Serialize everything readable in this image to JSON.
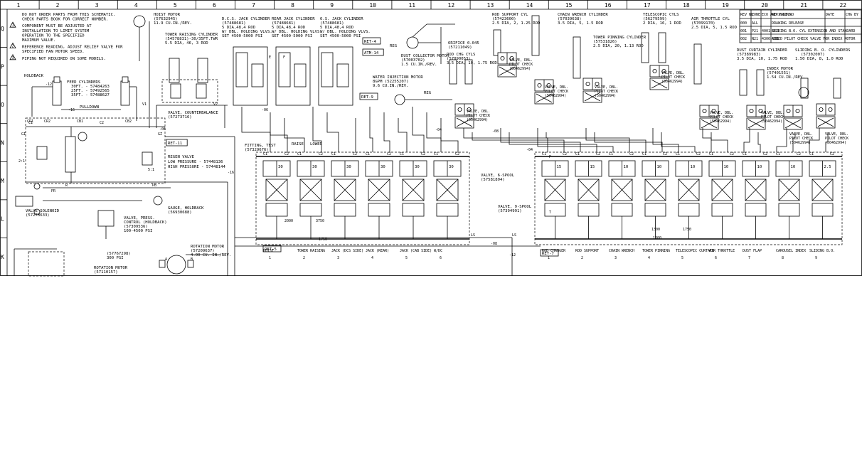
{
  "border": {
    "columns": [
      "1",
      "2",
      "3",
      "4",
      "5",
      "6",
      "7",
      "8",
      "9",
      "10",
      "11",
      "12",
      "13",
      "14",
      "15",
      "16",
      "17",
      "18",
      "19",
      "20",
      "21",
      "22"
    ],
    "rows": [
      "Q",
      "P",
      "O",
      "N",
      "M",
      "L",
      "K"
    ]
  },
  "notes": [
    {
      "mark": "",
      "text": "DO NOT ORDER PARTS FROM THIS SCHEMATIC."
    },
    {
      "mark": "",
      "text": "CHECK PARTS BOOK FOR CORRECT NUMBER."
    },
    {
      "mark": "1",
      "text": "COMPONENT MUST BE ADJUSTED AT"
    },
    {
      "mark": "",
      "text": "INSTALLATION TO LIMIT SYSTEM"
    },
    {
      "mark": "",
      "text": "OPERATION TO THE SPECIFIED"
    },
    {
      "mark": "",
      "text": "MAXIMUM VALUE."
    },
    {
      "mark": "2",
      "text": "REFERENCE READING, ADJUST RELIEF VALVE FOR"
    },
    {
      "mark": "",
      "text": "SPECIFIED FAN MOTOR SPEED."
    },
    {
      "mark": "3",
      "text": "PIPING NOT REQUIRED ON SOME MODELS."
    }
  ],
  "revision_block": {
    "headers": [
      "REV NO",
      "ZONE",
      "ECO AND PAGE NO",
      "REVISIONS",
      "DATE",
      "CHG BY"
    ],
    "rows": [
      [
        "000",
        "ALL",
        "",
        "DRAWING RELEASE",
        "",
        ""
      ],
      [
        "001",
        "P21",
        "4001 053",
        "SLIDING B.O. CYL EXTENSION AND STANDARD",
        "",
        ""
      ],
      [
        "002",
        "N21",
        "4306 031",
        "ADDED PILOT CHECK VALVE FOR INDEX MOTOR",
        "",
        ""
      ]
    ]
  },
  "components": [
    {
      "id": "holdback",
      "text": "HOLDBACK"
    },
    {
      "id": "feed-cyl-title",
      "text": "FEED CYLINDERS"
    },
    {
      "id": "feed-cyl-30",
      "text": "30FT. - 57484263"
    },
    {
      "id": "feed-cyl-25",
      "text": "25FT. - 57492565"
    },
    {
      "id": "feed-cyl-35",
      "text": "35FT. - 57488627"
    },
    {
      "id": "pulldown",
      "text": "PULLDOWN"
    },
    {
      "id": "hoist-motor",
      "text": "HOIST MOTOR"
    },
    {
      "id": "hoist-motor-pn",
      "text": "(57632945)"
    },
    {
      "id": "hoist-motor-disp",
      "text": "11.9 CU.IN./REV."
    },
    {
      "id": "tower-raise-cyl",
      "text": "TOWER RAISING CYLINDER"
    },
    {
      "id": "tower-raise-pn",
      "text": "(54578831)-30/35FT.TWR"
    },
    {
      "id": "tower-raise-dia",
      "text": "5.5 DIA, 46, 3 ROD"
    },
    {
      "id": "cb-valve",
      "text": "VALVE, COUNTERBALANCE"
    },
    {
      "id": "cb-valve-pn",
      "text": "(57273716)"
    },
    {
      "id": "dcs-jack",
      "text": "D.C.S. JACK CYLINDER"
    },
    {
      "id": "dcs-jack-pn",
      "text": "(57488681)"
    },
    {
      "id": "dcs-jack-dia",
      "text": "5 DIA,48,4 ROD"
    },
    {
      "id": "dcs-jack-vlv",
      "text": "W/ DBL. HOLDING VLVS."
    },
    {
      "id": "dcs-jack-set",
      "text": "SET 4500-5000 PSI"
    },
    {
      "id": "rear-jack",
      "text": "REAR JACK CYLINDER"
    },
    {
      "id": "rear-jack-pn",
      "text": "(57488681)"
    },
    {
      "id": "rear-jack-dia",
      "text": "5 DIA,48,4 ROD"
    },
    {
      "id": "rear-jack-vlv",
      "text": "W/ DBL. HOLDING VLVS."
    },
    {
      "id": "rear-jack-set",
      "text": "SET 4500-5000 PSI"
    },
    {
      "id": "os-jack",
      "text": "O.S. JACK CYLINDER"
    },
    {
      "id": "os-jack-pn",
      "text": "(57488681)"
    },
    {
      "id": "os-jack-dia",
      "text": "5 DIA,48,4 ROD"
    },
    {
      "id": "os-jack-vlv",
      "text": "W/ DBL. HOLDING VLVS."
    },
    {
      "id": "os-jack-set",
      "text": "SET 4500-5000 PSI"
    },
    {
      "id": "dust-motor",
      "text": "DUST COLLECTOR MOTOR"
    },
    {
      "id": "dust-motor-pn",
      "text": "(57003702)"
    },
    {
      "id": "dust-motor-disp",
      "text": "1.5 CU.IN./REV."
    },
    {
      "id": "water-motor",
      "text": "WATER INJECTION MOTOR"
    },
    {
      "id": "water-motor-gpm",
      "text": "8GPM (52255207)"
    },
    {
      "id": "water-motor-disp",
      "text": "9.6 CU.IN./REV."
    },
    {
      "id": "orifice",
      "text": "ORIFICE 0.045"
    },
    {
      "id": "orifice-pn",
      "text": "(57211049)"
    },
    {
      "id": "rod-chg-cyls",
      "text": "ROD CHG CYLS"
    },
    {
      "id": "rod-chg-pn",
      "text": "(57090053)"
    },
    {
      "id": "rod-chg-dia",
      "text": "3.5 DIA, 10, 1.75 ROD"
    },
    {
      "id": "rod-support",
      "text": "ROD SUPPORT CYL"
    },
    {
      "id": "rod-support-pn",
      "text": "(57423600)"
    },
    {
      "id": "rod-support-dia",
      "text": "2.5 DIA, 2, 1.25 ROD"
    },
    {
      "id": "chain-wrench",
      "text": "CHAIN WRENCH CYLINDER"
    },
    {
      "id": "chain-wrench-pn",
      "text": "(57039638)"
    },
    {
      "id": "chain-wrench-dia",
      "text": "3.5 DIA, 5, 1.5 ROD"
    },
    {
      "id": "tower-pin",
      "text": "TOWER PINNING CYLINDER"
    },
    {
      "id": "tower-pin-pn",
      "text": "(57531826)"
    },
    {
      "id": "tower-pin-dia",
      "text": "2.5 DIA, 20, 1.13 ROD"
    },
    {
      "id": "telescopic",
      "text": "TELESCOPIC CYLS"
    },
    {
      "id": "telescopic-pn",
      "text": "(56279599)"
    },
    {
      "id": "telescopic-dia",
      "text": "2 DIA, 16, 1 ROD"
    },
    {
      "id": "air-throttle",
      "text": "AIR THROTTLE CYL"
    },
    {
      "id": "air-throttle-pn",
      "text": "(57099170)"
    },
    {
      "id": "air-throttle-dia",
      "text": "2.5 DIA, 5, 1.5 ROD"
    },
    {
      "id": "dust-curtain",
      "text": "DUST CURTAIN CYLINDER"
    },
    {
      "id": "dust-curtain-pn",
      "text": "(57389983)"
    },
    {
      "id": "dust-curtain-dia",
      "text": "3.5 DIA, 10, 1.75 ROD"
    },
    {
      "id": "sliding-bo",
      "text": "SLIDING B. O. CYLINDERS"
    },
    {
      "id": "sliding-bo-pn",
      "text": "(57302007)"
    },
    {
      "id": "sliding-bo-dia",
      "text": "1.50 DIA, 8, 1.0 ROD"
    },
    {
      "id": "index-motor",
      "text": "INDEX MOTOR"
    },
    {
      "id": "index-motor-pn",
      "text": "(57401551)"
    },
    {
      "id": "index-motor-disp",
      "text": "1.54 CU.IN./REV."
    },
    {
      "id": "regen-valve",
      "text": "REGEN VALVE"
    },
    {
      "id": "regen-low",
      "text": "LOW PRESSURE - 57448136"
    },
    {
      "id": "regen-high",
      "text": "HIGH PRESSURE - 57448144"
    },
    {
      "id": "gauge",
      "text": "GAUGE, HOLDBACK"
    },
    {
      "id": "gauge-pn",
      "text": "(56930688)"
    },
    {
      "id": "press-ctrl",
      "text": "VALVE, PRESS."
    },
    {
      "id": "press-ctrl-2",
      "text": "CONTROL (HOLDBACK)"
    },
    {
      "id": "press-ctrl-pn",
      "text": "(57309536)"
    },
    {
      "id": "press-ctrl-psi",
      "text": "100-4500 PSI"
    },
    {
      "id": "solenoid",
      "text": "VALVE SOLENOID"
    },
    {
      "id": "solenoid-pn",
      "text": "(57273633)"
    },
    {
      "id": "fitting-test",
      "text": "FITTING, TEST"
    },
    {
      "id": "fitting-test-pn",
      "text": "(57329676)"
    },
    {
      "id": "raise",
      "text": "RAISE"
    },
    {
      "id": "lower",
      "text": "LOWER"
    },
    {
      "id": "vlv-6spool",
      "text": "VALVE, 6-SPOOL"
    },
    {
      "id": "vlv-6spool-pn",
      "text": "(57581894)"
    },
    {
      "id": "vlv-9spool",
      "text": "VALVE, 9-SPOOL"
    },
    {
      "id": "vlv-9spool-pn",
      "text": "(57394991)"
    },
    {
      "id": "rot-motor",
      "text": "ROTATION MOTOR"
    },
    {
      "id": "rot-motor-pn",
      "text": "(57209637)"
    },
    {
      "id": "rot-motor-disp",
      "text": "4.00 CU. IN./REV."
    },
    {
      "id": "relief-567",
      "text": "(57767298)"
    },
    {
      "id": "relief-567-psi",
      "text": "300 PSI"
    },
    {
      "id": "rot-motor-2",
      "text": "ROTATION MOTOR"
    },
    {
      "id": "rot-motor-2-pn",
      "text": "(57110157)"
    }
  ],
  "pilot_check": {
    "line1": "VALVE, DBL.",
    "line2": "PILOT CHECK",
    "pn": "(50462994)"
  },
  "refs": [
    "RET-4",
    "ATM-14",
    "RET-9",
    "RET-11",
    "RET-5",
    "RET-7",
    "REG",
    "REG"
  ],
  "spools_left": [
    {
      "label": "HOIST",
      "num": "1",
      "set": "30"
    },
    {
      "label": "TOWER RAISING",
      "num": "2",
      "set": "30"
    },
    {
      "label": "JACK (DCS SIDE)",
      "num": "3",
      "set": "30"
    },
    {
      "label": "JACK (REAR)",
      "num": "4",
      "set": "30"
    },
    {
      "label": "JACK (CAB SIDE)",
      "num": "5",
      "set": "30"
    },
    {
      "label": "W/DC",
      "num": "6",
      "set": "30"
    }
  ],
  "spools_right": [
    {
      "label": "ROD CHANGER",
      "num": "1",
      "set": "15"
    },
    {
      "label": "ROD SUPPORT",
      "num": "2",
      "set": "15"
    },
    {
      "label": "CHAIN WRENCH",
      "num": "3",
      "set": "10"
    },
    {
      "label": "TOWER PINNING",
      "num": "4",
      "set": "10"
    },
    {
      "label": "TELESCOPIC CURTAIN",
      "num": "5",
      "set": "10"
    },
    {
      "label": "AIR THROTTLE",
      "num": "6",
      "set": "10"
    },
    {
      "label": "DUST FLAP",
      "num": "7",
      "set": "10"
    },
    {
      "label": "CAROUSEL INDEX",
      "num": "8",
      "set": "10"
    },
    {
      "label": "SLIDING B.O.",
      "num": "9",
      "set": "2.5"
    }
  ],
  "line_labels": [
    "-12",
    "-16",
    "-06",
    "-04",
    "-08",
    "-12",
    "-16",
    "-06",
    "-04",
    "-08",
    "LS",
    "LS",
    "P",
    "T",
    "PR",
    "PB",
    "C1",
    "C2",
    "CB1",
    "CB2",
    "GZ",
    "GI",
    "CR1",
    "CR2",
    "R",
    "V1",
    "V2",
    "A",
    "B",
    "E",
    "F",
    "2:1",
    "5:1"
  ],
  "relief_settings": [
    "2000",
    "3750",
    "1750",
    "1300",
    "1750",
    "1300"
  ]
}
